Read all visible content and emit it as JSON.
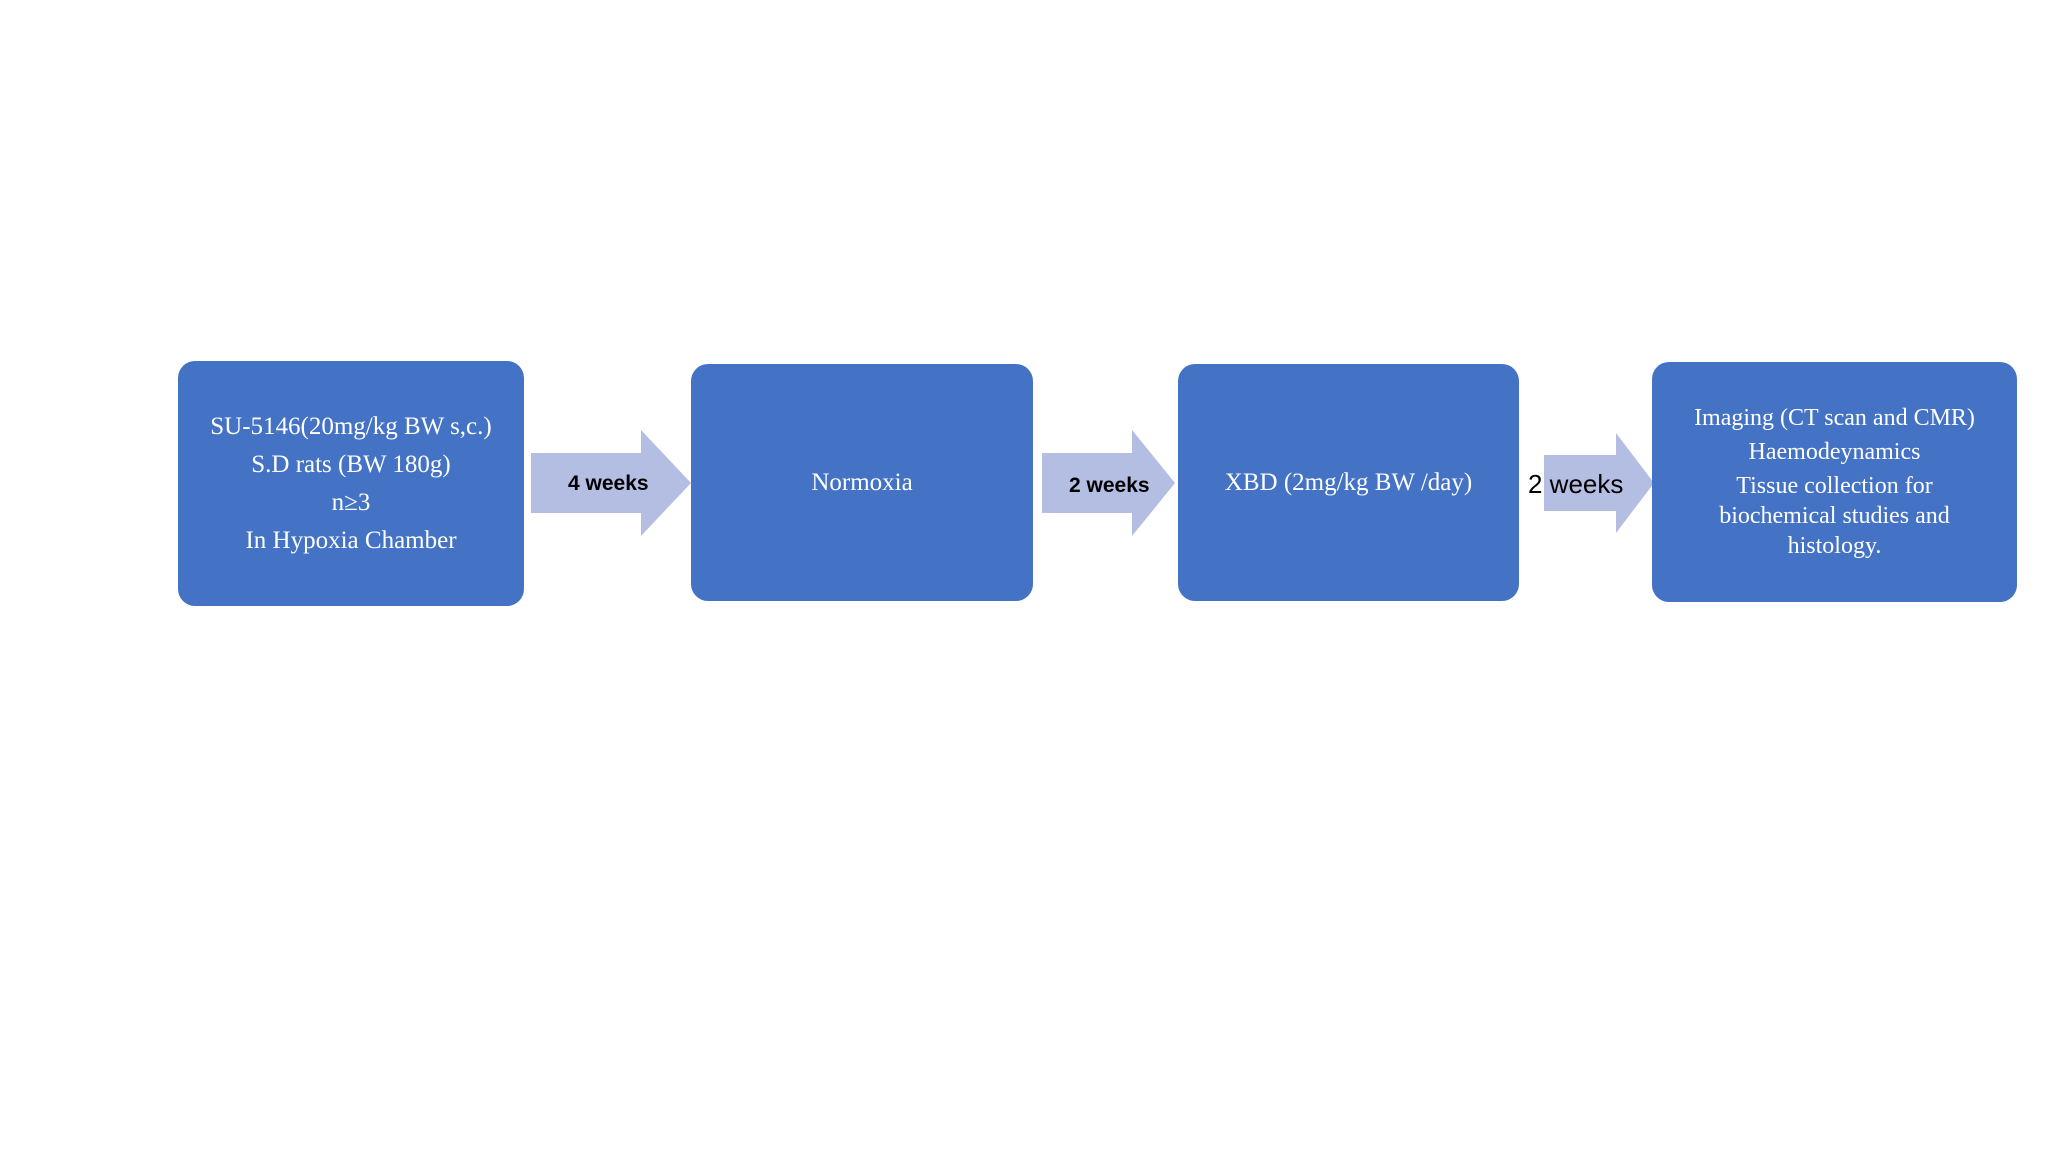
{
  "diagram": {
    "title": "Experimental timeline flowchart",
    "palette": {
      "box_fill": "#4472C4",
      "box_text": "#FFFFFF",
      "arrow_fill": "#B4BDE2",
      "arrow_label_text": "#000000",
      "background": "#FFFFFF"
    },
    "steps": [
      {
        "id": "step-1",
        "name": "hypoxia-induction",
        "lines": [
          "SU-5146(20mg/kg BW s,c.)",
          "S.D rats (BW 180g)",
          "n≥3",
          "In Hypoxia Chamber"
        ]
      },
      {
        "id": "step-2",
        "name": "normoxia",
        "lines": [
          "Normoxia"
        ]
      },
      {
        "id": "step-3",
        "name": "xbd-treatment",
        "lines": [
          "XBD (2mg/kg BW /day)"
        ]
      },
      {
        "id": "step-4",
        "name": "endpoint-analysis",
        "lines": [
          "Imaging (CT scan and CMR)",
          "Haemodeynamics",
          "Tissue collection for biochemical studies and histology."
        ]
      }
    ],
    "connectors": [
      {
        "id": "connector-1",
        "name": "arrow-4-weeks",
        "label": "4 weeks",
        "weight": "bold"
      },
      {
        "id": "connector-2",
        "name": "arrow-2-weeks-first",
        "label": "2 weeks",
        "weight": "bold"
      },
      {
        "id": "connector-3",
        "name": "arrow-2-weeks-second",
        "label": "2 weeks",
        "weight": "plain"
      }
    ]
  }
}
